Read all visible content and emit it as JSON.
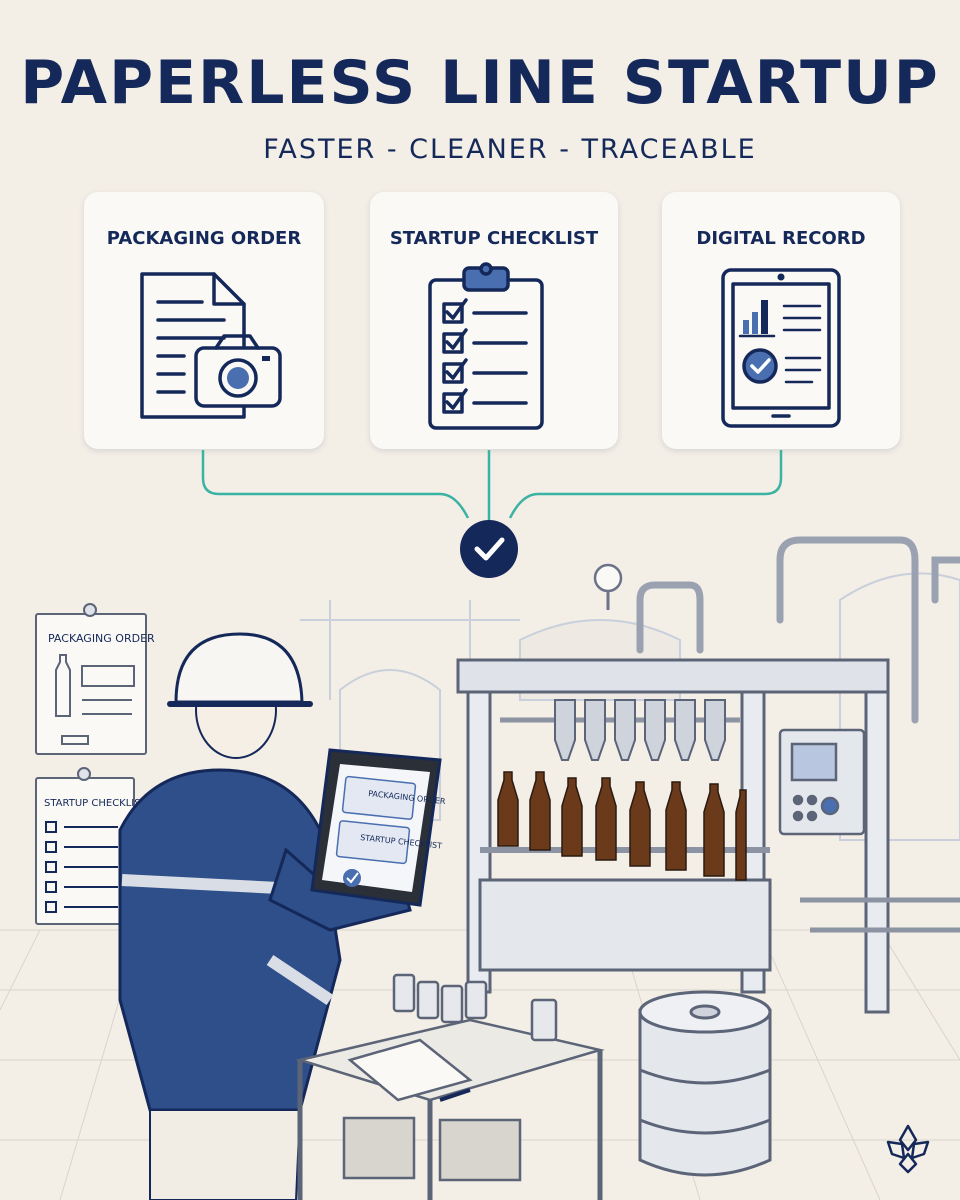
{
  "header": {
    "title": "PAPERLESS LINE STARTUP",
    "subtitle": "FASTER - CLEANER - TRACEABLE"
  },
  "cards": [
    {
      "label": "PACKAGING ORDER",
      "icon": "document-camera-icon"
    },
    {
      "label": "STARTUP CHECKLIST",
      "icon": "clipboard-checklist-icon"
    },
    {
      "label": "DIGITAL RECORD",
      "icon": "tablet-chart-icon"
    }
  ],
  "connector": {
    "icon": "checkmark-circle-icon"
  },
  "wall_posters": [
    {
      "label": "PACKAGING ORDER"
    },
    {
      "label": "STARTUP CHECKLIST"
    }
  ],
  "tablet_screen": {
    "items": [
      "PACKAGING ORDER",
      "STARTUP CHECKLIST"
    ]
  },
  "colors": {
    "navy": "#14285a",
    "teal": "#3bb3a3",
    "background": "#f3eee6",
    "amber": "#6b3a1a"
  }
}
